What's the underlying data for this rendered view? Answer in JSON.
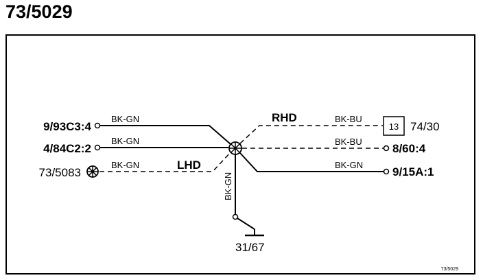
{
  "diagram": {
    "title": "73/5029",
    "footer_code": "73/5029",
    "ground_label": "31/67",
    "region_labels": {
      "rhd": "RHD",
      "lhd": "LHD"
    },
    "left_connectors": [
      {
        "label": "9/93C3:4",
        "wire": "BK-GN"
      },
      {
        "label": "4/84C2:2",
        "wire": "BK-GN"
      },
      {
        "label": "73/5083",
        "wire": "BK-GN"
      }
    ],
    "right_connectors": [
      {
        "label": "74/30",
        "wire": "BK-BU",
        "box_pin": "13"
      },
      {
        "label": "8/60:4",
        "wire": "BK-BU"
      },
      {
        "label": "9/15A:1",
        "wire": "BK-GN"
      }
    ],
    "ground_wire": "BK-GN"
  }
}
